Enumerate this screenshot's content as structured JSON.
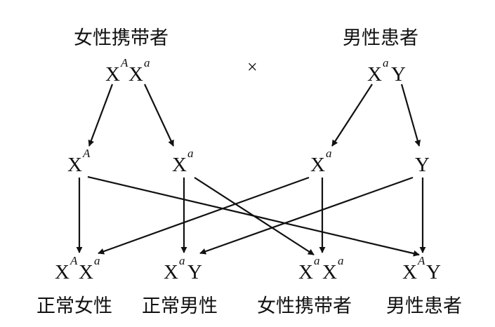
{
  "parents": {
    "mother": {
      "label": "女性携带者",
      "genotype": {
        "base1": "X",
        "sup1": "A",
        "base2": "X",
        "sup2": "a"
      }
    },
    "cross": "×",
    "father": {
      "label": "男性患者",
      "genotype": {
        "base1": "X",
        "sup1": "a",
        "base2": "Y",
        "sup2": ""
      }
    }
  },
  "gametes": [
    {
      "base": "X",
      "sup": "A"
    },
    {
      "base": "X",
      "sup": "a"
    },
    {
      "base": "X",
      "sup": "a"
    },
    {
      "base": "Y",
      "sup": ""
    }
  ],
  "offspring": [
    {
      "base1": "X",
      "sup1": "A",
      "base2": "X",
      "sup2": "a",
      "label": "正常女性"
    },
    {
      "base1": "X",
      "sup1": "a",
      "base2": "Y",
      "sup2": "",
      "label": "正常男性"
    },
    {
      "base1": "X",
      "sup1": "a",
      "base2": "X",
      "sup2": "a",
      "label": "女性携带者"
    },
    {
      "base1": "X",
      "sup1": "A",
      "base2": "Y",
      "sup2": "",
      "label": "男性患者"
    }
  ]
}
